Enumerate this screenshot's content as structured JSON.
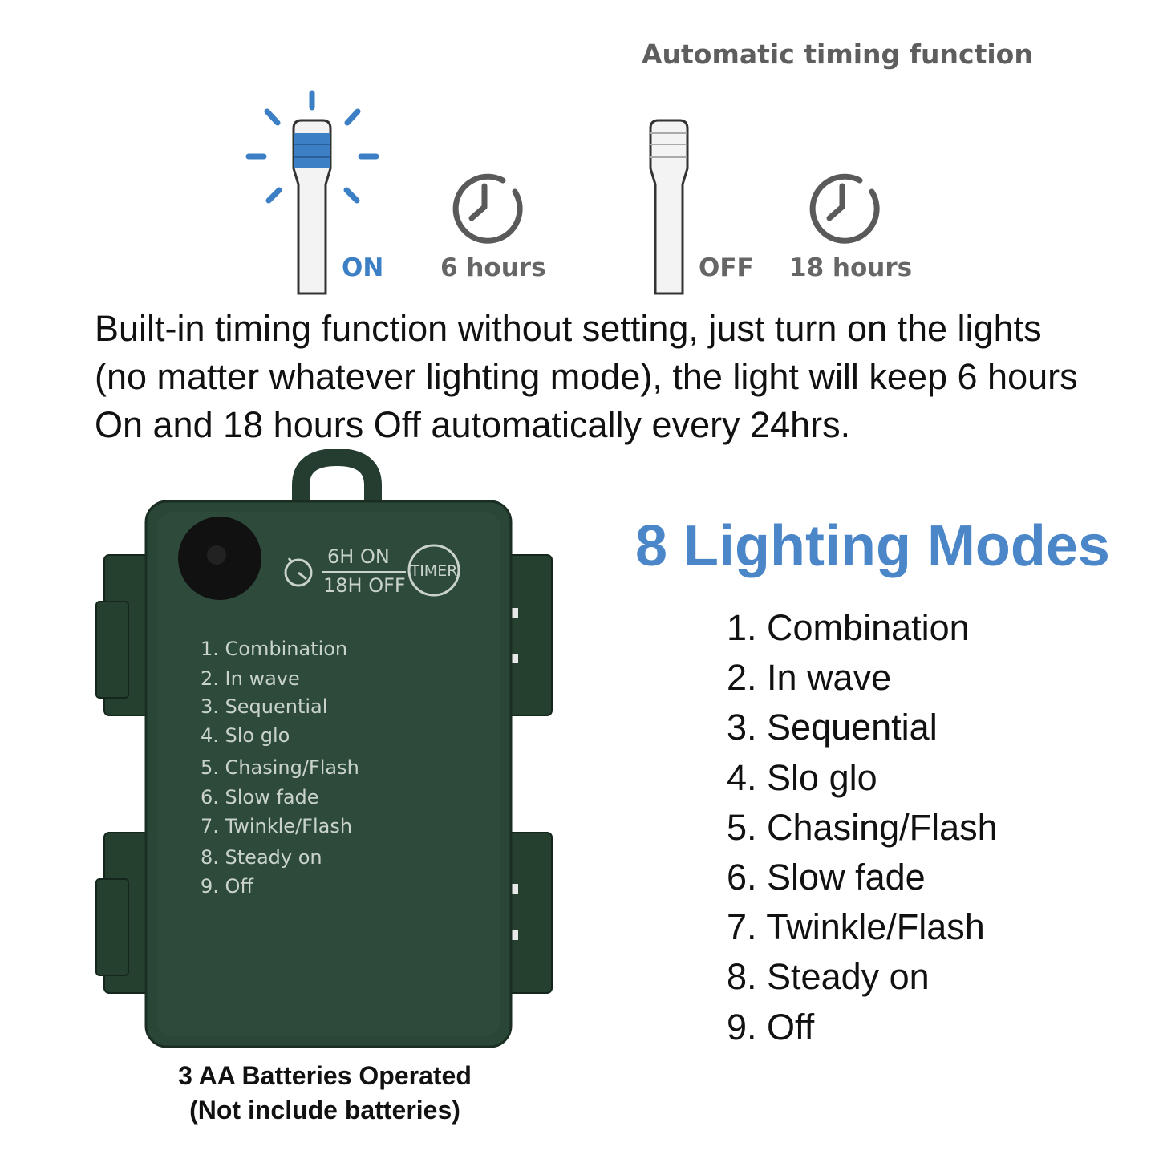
{
  "timing": {
    "title": "Automatic timing function",
    "on_label": "ON",
    "on_duration": "6 hours",
    "off_label": "OFF",
    "off_duration": "18 hours"
  },
  "description": {
    "lines": [
      "Built-in timing function without setting, just turn on the lights",
      "(no matter whatever lighting mode), the light will keep 6 hours",
      "On and 18 hours Off automatically every 24hrs."
    ]
  },
  "device": {
    "timer_top": "6H  ON",
    "timer_bottom": "18H  OFF",
    "timer_button": "TIMER",
    "modes": [
      "1. Combination",
      "2. In wave",
      "3. Sequential",
      "4. Slo glo",
      "5. Chasing/Flash",
      "6. Slow fade",
      "7. Twinkle/Flash",
      "8. Steady on",
      "9. Off"
    ],
    "note_line1": "3 AA Batteries Operated",
    "note_line2": "(Not include batteries)"
  },
  "modes_panel": {
    "title": "8 Lighting Modes",
    "items": [
      "1. Combination",
      "2. In wave",
      "3. Sequential",
      "4. Slo glo",
      "5. Chasing/Flash",
      "6. Slow fade",
      "7. Twinkle/Flash",
      "8. Steady on",
      "9. Off"
    ]
  },
  "colors": {
    "accent_blue": "#4a86c8",
    "case_green": "#2d4a3a",
    "icon_gray": "#5a5a5a"
  },
  "icons": [
    "bulb-on-icon",
    "clock-icon",
    "bulb-off-icon",
    "timer-icon"
  ]
}
